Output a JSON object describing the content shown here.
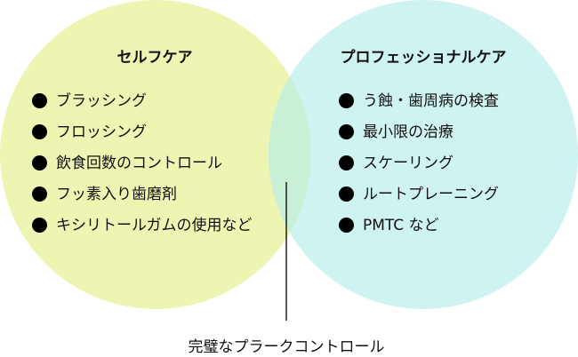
{
  "colors": {
    "self_care": "#eef5b2",
    "professional_care": "#cff3f0",
    "overlap": "#c9efd7",
    "line": "#000000"
  },
  "self_care": {
    "title": "セルフケア",
    "items": [
      "ブラッシング",
      "フロッシング",
      "飲食回数のコントロール",
      "フッ素入り歯磨剤",
      "キシリトールガムの使用など"
    ]
  },
  "professional_care": {
    "title": "プロフェッショナルケア",
    "items": [
      "う蝕・歯周病の検査",
      "最小限の治療",
      "スケーリング",
      "ルートプレーニング",
      "PMTC など"
    ]
  },
  "overlap_label": "完璧なプラークコントロール"
}
